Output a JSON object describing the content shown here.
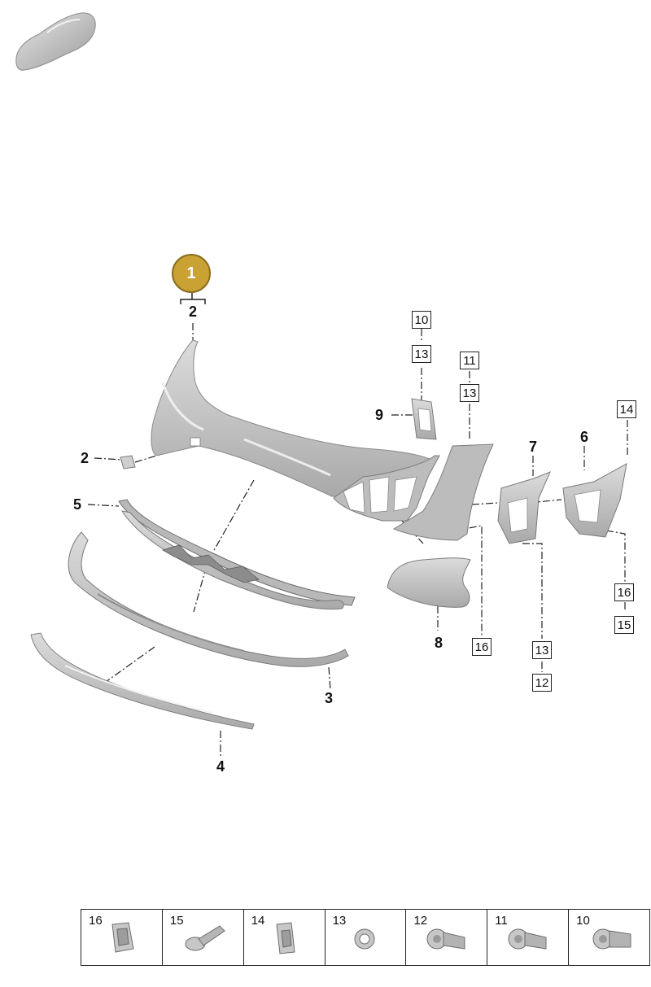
{
  "badge": {
    "label": "1"
  },
  "callouts": [
    {
      "id": "c2a",
      "label": "2"
    },
    {
      "id": "c2b",
      "label": "2"
    },
    {
      "id": "c5",
      "label": "5"
    },
    {
      "id": "c3",
      "label": "3"
    },
    {
      "id": "c4",
      "label": "4"
    },
    {
      "id": "c9",
      "label": "9"
    },
    {
      "id": "c7",
      "label": "7"
    },
    {
      "id": "c6",
      "label": "6"
    },
    {
      "id": "c8",
      "label": "8"
    }
  ],
  "boxed_labels": [
    {
      "id": "b10a",
      "label": "10"
    },
    {
      "id": "b13a",
      "label": "13"
    },
    {
      "id": "b11",
      "label": "11"
    },
    {
      "id": "b13b",
      "label": "13"
    },
    {
      "id": "b14",
      "label": "14"
    },
    {
      "id": "b16a",
      "label": "16"
    },
    {
      "id": "b15",
      "label": "15"
    },
    {
      "id": "b16b",
      "label": "16"
    },
    {
      "id": "b13c",
      "label": "13"
    },
    {
      "id": "b12",
      "label": "12"
    }
  ],
  "parts_strip": [
    {
      "number": "16",
      "icon": "clip-nut-icon"
    },
    {
      "number": "15",
      "icon": "expansion-rivet-icon"
    },
    {
      "number": "14",
      "icon": "clip-nut-icon"
    },
    {
      "number": "13",
      "icon": "sealing-ring-icon"
    },
    {
      "number": "12",
      "icon": "parking-sensor-icon"
    },
    {
      "number": "11",
      "icon": "parking-sensor-icon"
    },
    {
      "number": "10",
      "icon": "parking-sensor-icon"
    }
  ],
  "colors": {
    "badge": "#c9a233",
    "part_fill": "#c4c4c4",
    "part_stroke": "#7d7d7d"
  }
}
